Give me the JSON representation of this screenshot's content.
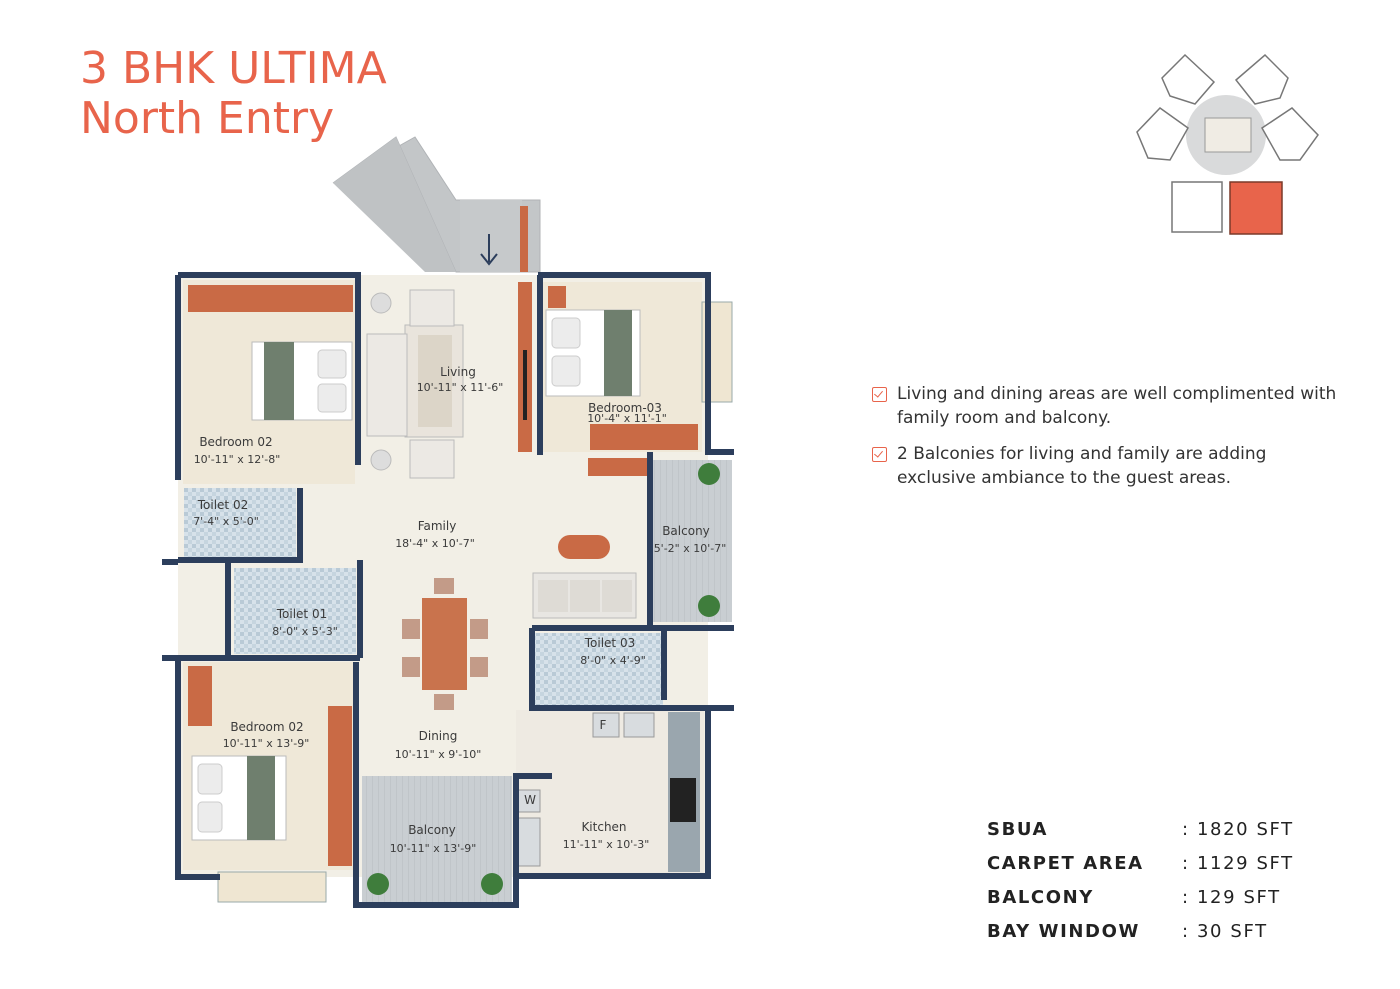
{
  "header": {
    "title_line1": "3 BHK ULTIMA",
    "title_line2": "North Entry"
  },
  "colors": {
    "accent": "#e8644b",
    "wall": "#2c3e5c",
    "floor": "#f2efe6",
    "wood": "#c96a45",
    "tile": "#c9d7e0"
  },
  "rooms": [
    {
      "name": "Living",
      "dims": "10'-11\" x 11'-6\""
    },
    {
      "name": "Bedroom-03",
      "dims": "10'-4\" x 11'-1\""
    },
    {
      "name": "Bedroom 02",
      "dims": "10'-11\" x 12'-8\""
    },
    {
      "name": "Toilet 02",
      "dims": "7'-4\" x 5'-0\""
    },
    {
      "name": "Family",
      "dims": "18'-4\" x 10'-7\""
    },
    {
      "name": "Balcony",
      "dims": "5'-2\" x 10'-7\""
    },
    {
      "name": "Toilet 01",
      "dims": "8'-0\" x 5'-3\""
    },
    {
      "name": "Toilet 03",
      "dims": "8'-0\" x 4'-9\""
    },
    {
      "name": "Bedroom 02",
      "dims": "10'-11\" x 13'-9\""
    },
    {
      "name": "Dining",
      "dims": "10'-11\" x 9'-10\""
    },
    {
      "name": "Balcony",
      "dims": "10'-11\" x 13'-9\""
    },
    {
      "name": "Kitchen",
      "dims": "11'-11\" x 10'-3\""
    }
  ],
  "fixtures": {
    "fridge": "F",
    "washer": "W"
  },
  "features": [
    "Living and dining areas are well complimented with family room and balcony.",
    "2 Balconies for living and family are adding exclusive ambiance to the guest areas."
  ],
  "areas": [
    {
      "label": "SBUA",
      "value": ": 1820 SFT"
    },
    {
      "label": "CARPET AREA",
      "value": ": 1129 SFT"
    },
    {
      "label": "BALCONY",
      "value": ": 129 SFT"
    },
    {
      "label": "BAY WINDOW",
      "value": ": 30 SFT"
    }
  ]
}
